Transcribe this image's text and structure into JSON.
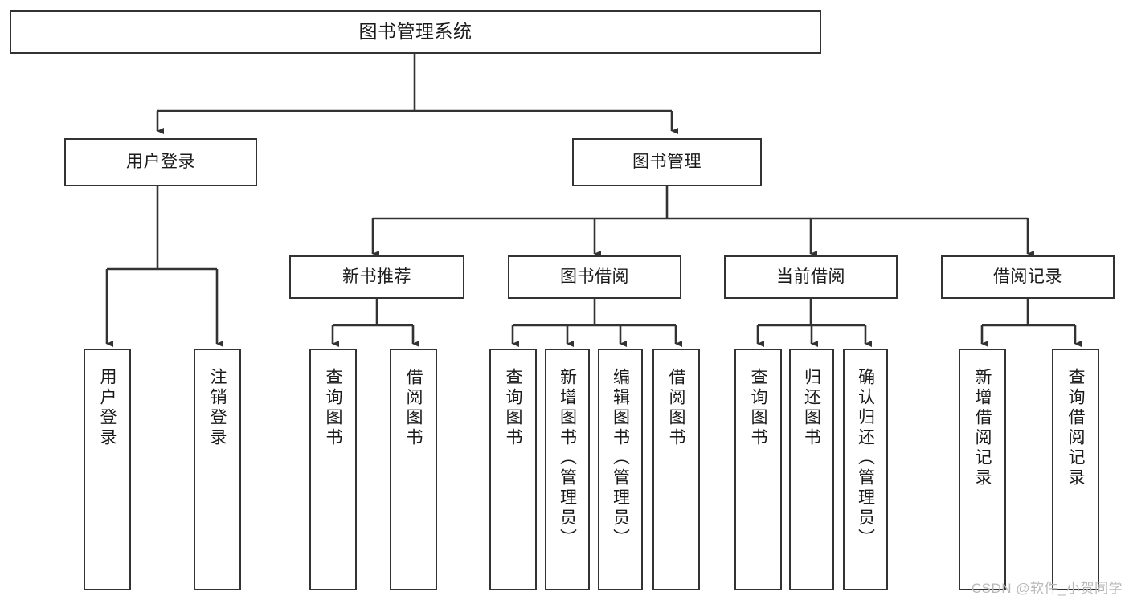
{
  "diagram": {
    "type": "tree",
    "title": "图书管理系统",
    "root": {
      "id": "root",
      "label": "图书管理系统"
    },
    "level1": [
      {
        "id": "user-login",
        "label": "用户登录"
      },
      {
        "id": "book-manage",
        "label": "图书管理"
      }
    ],
    "level2": [
      {
        "id": "new-book-rec",
        "label": "新书推荐",
        "parent": "book-manage"
      },
      {
        "id": "book-borrow",
        "label": "图书借阅",
        "parent": "book-manage"
      },
      {
        "id": "current-borrow",
        "label": "当前借阅",
        "parent": "book-manage"
      },
      {
        "id": "borrow-record",
        "label": "借阅记录",
        "parent": "book-manage"
      }
    ],
    "leaves": [
      {
        "id": "leaf-user-login",
        "label": "用户登录",
        "parent": "user-login"
      },
      {
        "id": "leaf-user-logout",
        "label": "注销登录",
        "parent": "user-login"
      },
      {
        "id": "leaf-query-book-1",
        "label": "查询图书",
        "parent": "new-book-rec"
      },
      {
        "id": "leaf-borrow-book-1",
        "label": "借阅图书",
        "parent": "new-book-rec"
      },
      {
        "id": "leaf-query-book-2",
        "label": "查询图书",
        "parent": "book-borrow"
      },
      {
        "id": "leaf-add-book",
        "label": "新增图书（管理员）",
        "parent": "book-borrow"
      },
      {
        "id": "leaf-edit-book",
        "label": "编辑图书（管理员）",
        "parent": "book-borrow"
      },
      {
        "id": "leaf-borrow-book-2",
        "label": "借阅图书",
        "parent": "book-borrow"
      },
      {
        "id": "leaf-query-book-3",
        "label": "查询图书",
        "parent": "current-borrow"
      },
      {
        "id": "leaf-return-book",
        "label": "归还图书",
        "parent": "current-borrow"
      },
      {
        "id": "leaf-confirm-return",
        "label": "确认归还（管理员）",
        "parent": "current-borrow"
      },
      {
        "id": "leaf-add-record",
        "label": "新增借阅记录",
        "parent": "borrow-record"
      },
      {
        "id": "leaf-query-record",
        "label": "查询借阅记录",
        "parent": "borrow-record"
      }
    ],
    "colors": {
      "stroke": "#333333",
      "fill": "#ffffff",
      "text": "#1a1a1a",
      "watermark": "#b8b8b8"
    }
  },
  "watermark": {
    "text": "CSDN @软件_小贺同学"
  }
}
